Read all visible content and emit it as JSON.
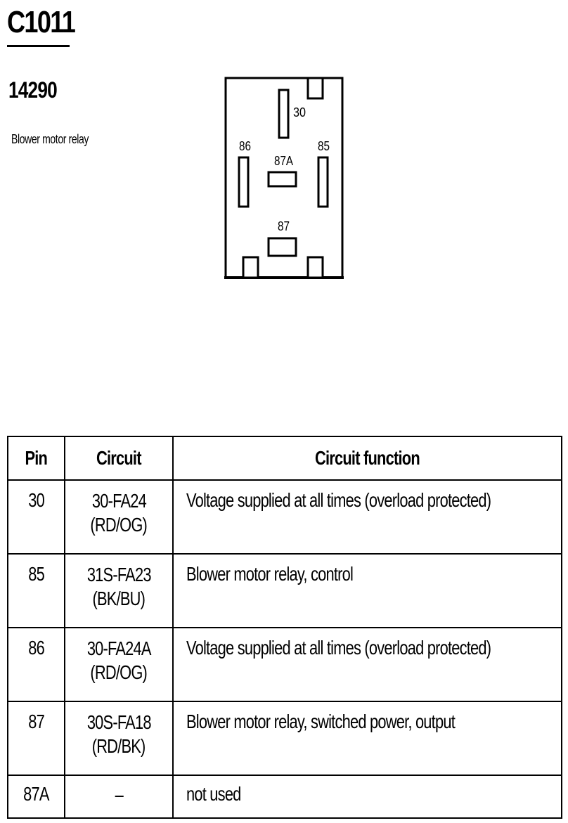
{
  "connector": {
    "id": "C1011",
    "part_number": "14290",
    "description": "Blower motor relay"
  },
  "diagram": {
    "pin_labels": {
      "p30": "30",
      "p86": "86",
      "p85": "85",
      "p87a": "87A",
      "p87": "87"
    }
  },
  "table": {
    "headers": {
      "pin": "Pin",
      "circuit": "Circuit",
      "function": "Circuit function"
    },
    "rows": [
      {
        "pin": "30",
        "circuit": "30-FA24",
        "color": "(RD/OG)",
        "function": "Voltage supplied at all times (overload protected)"
      },
      {
        "pin": "85",
        "circuit": "31S-FA23",
        "color": "(BK/BU)",
        "function": "Blower motor relay, control"
      },
      {
        "pin": "86",
        "circuit": "30-FA24A",
        "color": "(RD/OG)",
        "function": "Voltage supplied at all times (overload protected)"
      },
      {
        "pin": "87",
        "circuit": "30S-FA18",
        "color": "(RD/BK)",
        "function": "Blower motor relay, switched power, output"
      },
      {
        "pin": "87A",
        "circuit": "–",
        "color": "",
        "function": "not used"
      }
    ]
  }
}
